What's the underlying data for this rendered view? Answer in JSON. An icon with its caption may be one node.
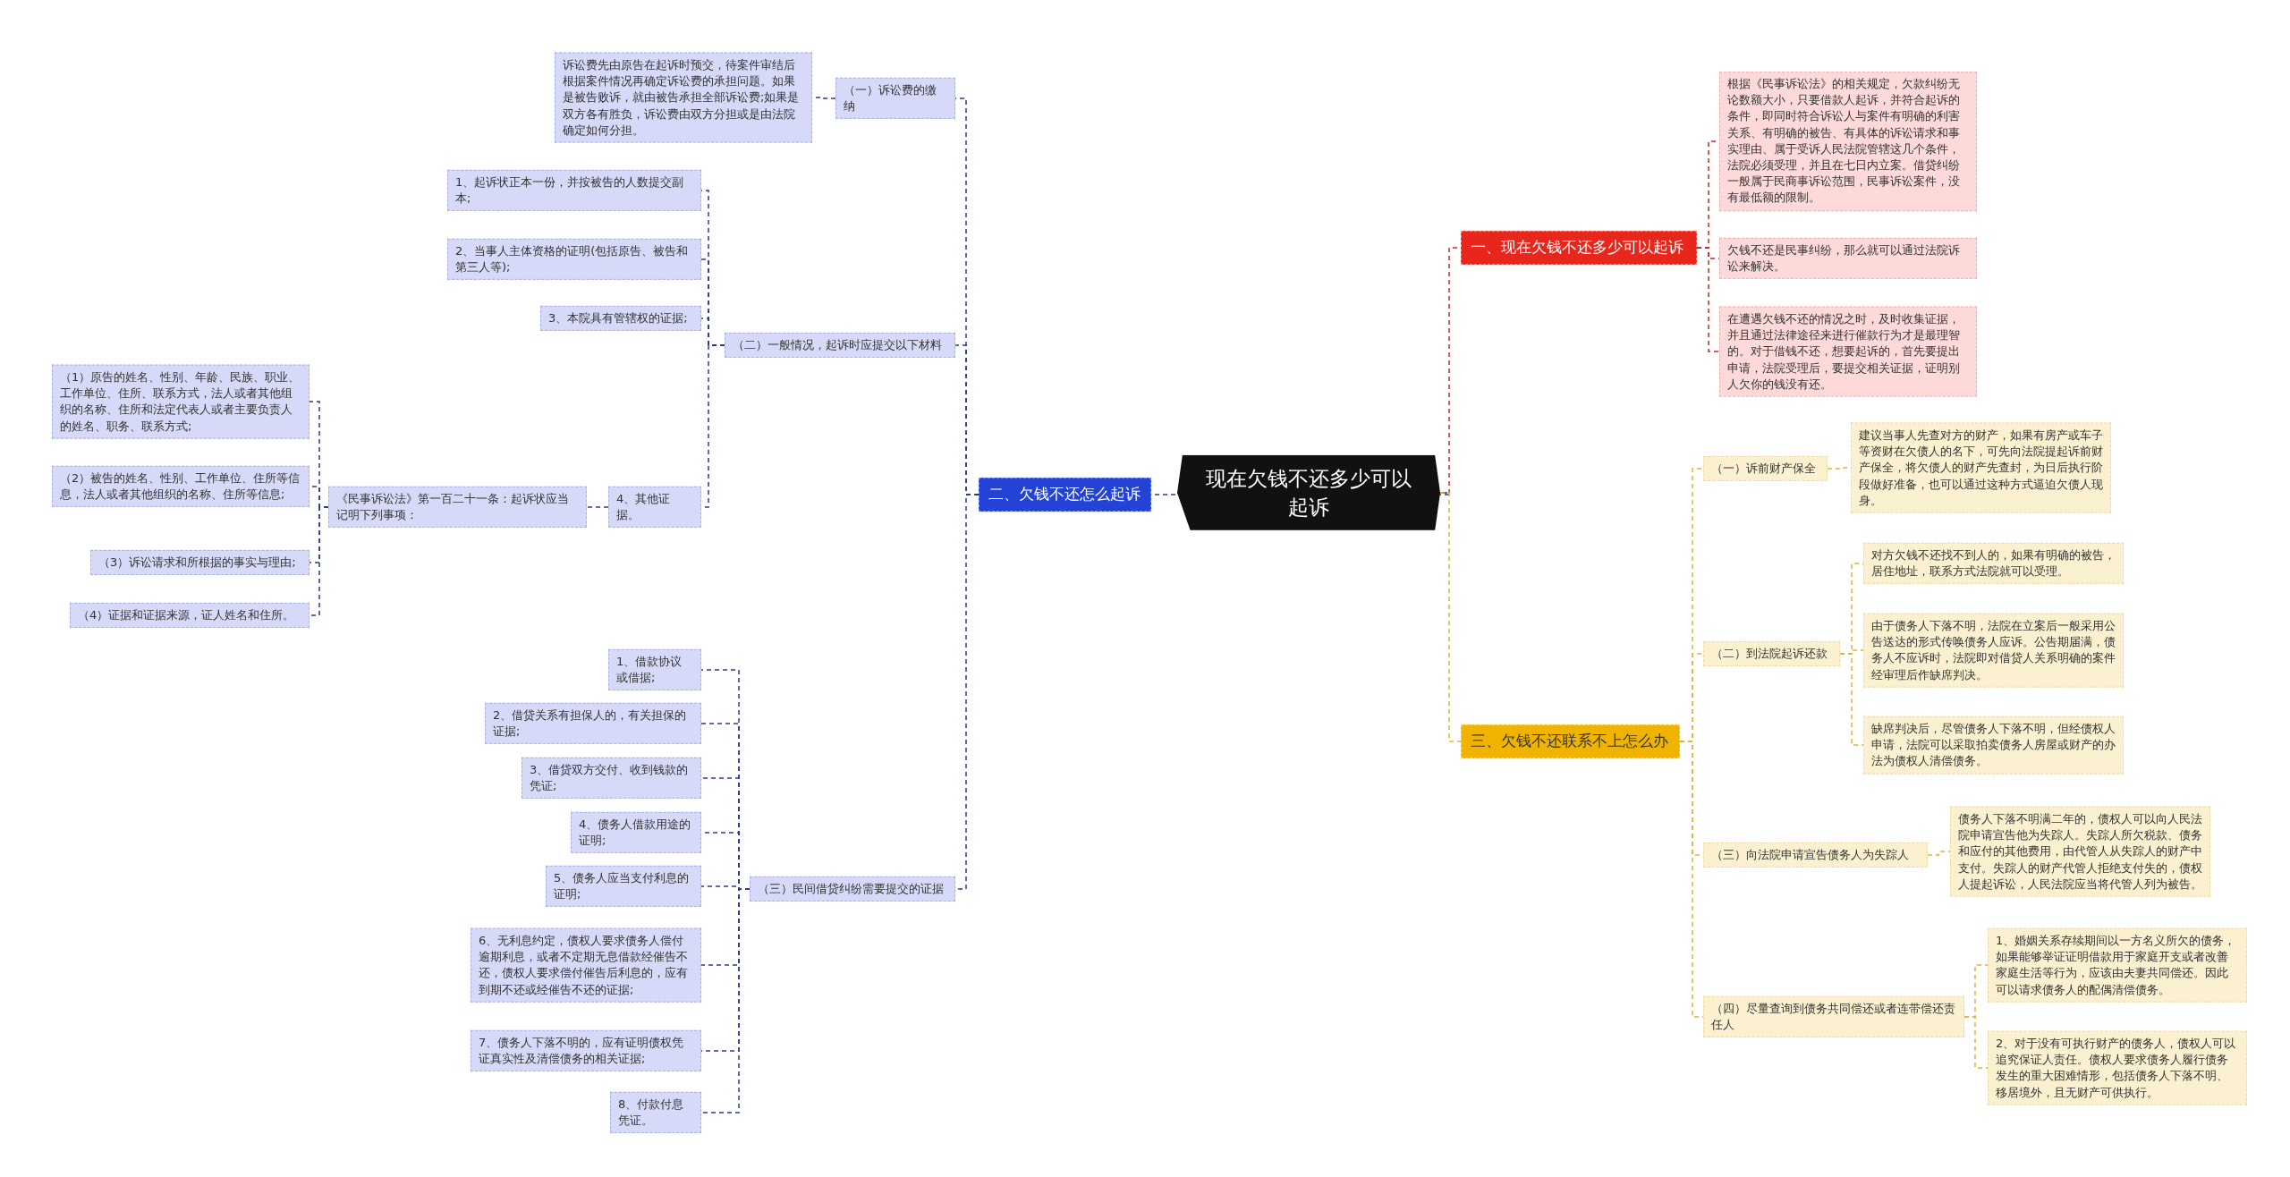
{
  "diagram": {
    "nodes": [
      {
        "text": [
          "现在欠钱不还多少可以起诉"
        ]
      },
      {
        "text": [
          "一、现在欠钱不还多少可以起诉"
        ]
      },
      {
        "text": [
          "根据《民事诉讼法》的相关规定，欠款纠纷无论数额大小，只要借款人起诉，并符合起诉的条件，即同时符合诉讼人与案件有明确的利害关系、有明确的被告、有具体的诉讼请求和事实理由、属于受诉人民法院管辖这几个条件，法院必须受理，并且在七日内立案。借贷纠纷一般属于民商事诉讼范围，民事诉讼案件，没有最低额的限制。"
        ]
      },
      {
        "text": [
          "欠钱不还是民事纠纷，那么就可以通过法院诉讼来解决。"
        ]
      },
      {
        "text": [
          "在遭遇欠钱不还的情况之时，及时收集证据，并且通过法律途径来进行催款行为才是最理智的。对于借钱不还，想要起诉的，首先要提出申请，法院受理后，要提交相关证据，证明别人欠你的钱没有还。"
        ]
      },
      {
        "text": [
          "二、欠钱不还怎么起诉"
        ]
      },
      {
        "text": [
          "（一）诉讼费的缴纳"
        ]
      },
      {
        "text": [
          "诉讼费先由原告在起诉时预交，待案件审结后根据案件情况再确定诉讼费的承担问题。如果是被告败诉，就由被告承担全部诉讼费;如果是双方各有胜负，诉讼费由双方分担或是由法院确定如何分担。"
        ]
      },
      {
        "text": [
          "（二）一般情况，起诉时应提交以下材料"
        ]
      },
      {
        "text": [
          "1、起诉状正本一份，并按被告的人数提交副本;"
        ]
      },
      {
        "text": [
          "2、当事人主体资格的证明(包括原告、被告和第三人等);"
        ]
      },
      {
        "text": [
          "3、本院具有管辖权的证据;"
        ]
      },
      {
        "text": [
          "4、其他证据。"
        ]
      },
      {
        "text": [
          "《民事诉讼法》第一百二十一条：起诉状应当记明下列事项："
        ]
      },
      {
        "text": [
          "（1）原告的姓名、性别、年龄、民族、职业、工作单位、住所、联系方式，法人或者其他组织的名称、住所和法定代表人或者主要负责人的姓名、职务、联系方式;"
        ]
      },
      {
        "text": [
          "（2）被告的姓名、性别、工作单位、住所等信息，法人或者其他组织的名称、住所等信息;"
        ]
      },
      {
        "text": [
          "（3）诉讼请求和所根据的事实与理由;"
        ]
      },
      {
        "text": [
          "（4）证据和证据来源，证人姓名和住所。"
        ]
      },
      {
        "text": [
          "（三）民间借贷纠纷需要提交的证据"
        ]
      },
      {
        "text": [
          "1、借款协议或借据;"
        ]
      },
      {
        "text": [
          "2、借贷关系有担保人的，有关担保的证据;"
        ]
      },
      {
        "text": [
          "3、借贷双方交付、收到钱款的凭证;"
        ]
      },
      {
        "text": [
          "4、债务人借款用途的证明;"
        ]
      },
      {
        "text": [
          "5、债务人应当支付利息的证明;"
        ]
      },
      {
        "text": [
          "6、无利息约定，债权人要求债务人偿付逾期利息，或者不定期无息借款经催告不还，债权人要求偿付催告后利息的，应有到期不还或经催告不还的证据;"
        ]
      },
      {
        "text": [
          "7、债务人下落不明的，应有证明债权凭证真实性及清偿债务的相关证据;"
        ]
      },
      {
        "text": [
          "8、付款付息凭证。"
        ]
      },
      {
        "text": [
          "三、欠钱不还联系不上怎么办"
        ]
      },
      {
        "text": [
          "（一）诉前财产保全"
        ]
      },
      {
        "text": [
          "建议当事人先查对方的财产，如果有房产或车子等资财在欠债人的名下，可先向法院提起诉前财产保全，将欠债人的财产先查封，为日后执行阶段做好准备，也可以通过这种方式逼迫欠债人现身。"
        ]
      },
      {
        "text": [
          "（二）到法院起诉还款"
        ]
      },
      {
        "text": [
          "对方欠钱不还找不到人的，如果有明确的被告，居住地址，联系方式法院就可以受理。"
        ]
      },
      {
        "text": [
          "由于债务人下落不明，法院在立案后一般采用公告送达的形式传唤债务人应诉。公告期届满，债务人不应诉时，法院即对借贷人关系明确的案件经审理后作缺席判决。"
        ]
      },
      {
        "text": [
          "缺席判决后，尽管债务人下落不明，但经债权人申请，法院可以采取拍卖债务人房屋或财产的办法为债权人清偿债务。"
        ]
      },
      {
        "text": [
          "（三）向法院申请宣告债务人为失踪人"
        ]
      },
      {
        "text": [
          "债务人下落不明满二年的，债权人可以向人民法院申请宣告他为失踪人。失踪人所欠税款、债务和应付的其他费用，由代管人从失踪人的财产中支付。失踪人的财产代管人拒绝支付失的，债权人提起诉讼，人民法院应当将代管人列为被告。"
        ]
      },
      {
        "text": [
          "（四）尽量查询到债务共同偿还或者连带偿还责任人"
        ]
      },
      {
        "text": [
          "1、婚姻关系存续期间以一方名义所欠的债务，如果能够举证证明借款用于家庭开支或者改善家庭生活等行为，应该由夫妻共同偿还。因此可以请求债务人的配偶清偿债务。"
        ]
      },
      {
        "text": [
          "2、对于没有可执行财产的债务人，债权人可以追究保证人责任。债权人要求债务人履行债务发生的重大困难情形，包括债务人下落不明、移居境外，且无财产可供执行。"
        ]
      }
    ],
    "edges": [
      {
        "from": 0,
        "to": 1,
        "arrow": "none",
        "color": "#c62a22"
      },
      {
        "from": 1,
        "to": 2,
        "arrow": "none",
        "color": "#c62a22"
      },
      {
        "from": 1,
        "to": 3,
        "arrow": "none",
        "color": "#c62a22"
      },
      {
        "from": 1,
        "to": 4,
        "arrow": "none",
        "color": "#c62a22"
      },
      {
        "from": 0,
        "to": 5,
        "arrow": "none"
      },
      {
        "from": 5,
        "to": 6,
        "arrow": "none"
      },
      {
        "from": 6,
        "to": 7,
        "arrow": "none"
      },
      {
        "from": 5,
        "to": 8,
        "arrow": "none"
      },
      {
        "from": 8,
        "to": 9,
        "arrow": "none"
      },
      {
        "from": 8,
        "to": 10,
        "arrow": "none"
      },
      {
        "from": 8,
        "to": 11,
        "arrow": "none"
      },
      {
        "from": 8,
        "to": 12,
        "arrow": "none"
      },
      {
        "from": 12,
        "to": 13,
        "arrow": "none"
      },
      {
        "from": 13,
        "to": 14,
        "arrow": "none"
      },
      {
        "from": 13,
        "to": 15,
        "arrow": "none"
      },
      {
        "from": 13,
        "to": 16,
        "arrow": "none"
      },
      {
        "from": 13,
        "to": 17,
        "arrow": "none"
      },
      {
        "from": 5,
        "to": 18,
        "arrow": "none"
      },
      {
        "from": 18,
        "to": 19,
        "arrow": "none"
      },
      {
        "from": 18,
        "to": 20,
        "arrow": "none"
      },
      {
        "from": 18,
        "to": 21,
        "arrow": "none"
      },
      {
        "from": 18,
        "to": 22,
        "arrow": "none"
      },
      {
        "from": 18,
        "to": 23,
        "arrow": "none"
      },
      {
        "from": 18,
        "to": 24,
        "arrow": "none"
      },
      {
        "from": 18,
        "to": 25,
        "arrow": "none"
      },
      {
        "from": 18,
        "to": 26,
        "arrow": "none"
      },
      {
        "from": 0,
        "to": 27,
        "arrow": "none",
        "color": "#e0b43a"
      },
      {
        "from": 27,
        "to": 28,
        "arrow": "none",
        "color": "#e0b43a"
      },
      {
        "from": 28,
        "to": 29,
        "arrow": "none",
        "color": "#e0b43a"
      },
      {
        "from": 27,
        "to": 30,
        "arrow": "none",
        "color": "#e0b43a"
      },
      {
        "from": 30,
        "to": 31,
        "arrow": "none",
        "color": "#e0b43a"
      },
      {
        "from": 30,
        "to": 32,
        "arrow": "none",
        "color": "#e0b43a"
      },
      {
        "from": 30,
        "to": 33,
        "arrow": "none",
        "color": "#e0b43a"
      },
      {
        "from": 27,
        "to": 34,
        "arrow": "none",
        "color": "#e0b43a"
      },
      {
        "from": 34,
        "to": 35,
        "arrow": "none",
        "color": "#e0b43a"
      },
      {
        "from": 27,
        "to": 36,
        "arrow": "none",
        "color": "#e0b43a"
      },
      {
        "from": 36,
        "to": 37,
        "arrow": "none",
        "color": "#e0b43a"
      },
      {
        "from": 36,
        "to": 38,
        "arrow": "none",
        "color": "#e0b43a"
      }
    ]
  }
}
